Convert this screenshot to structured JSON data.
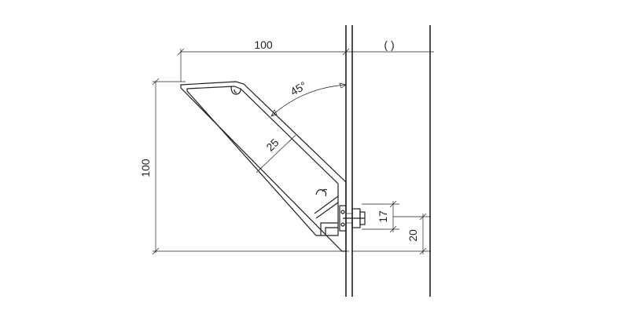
{
  "dimensions": {
    "top_width": "100",
    "left_height": "100",
    "angle": "45°",
    "profile_depth": "25",
    "bolt_height": "17",
    "bottom_height": "20",
    "wall_note": "(    )"
  },
  "colors": {
    "line": "#231f20",
    "background": "#ffffff"
  }
}
